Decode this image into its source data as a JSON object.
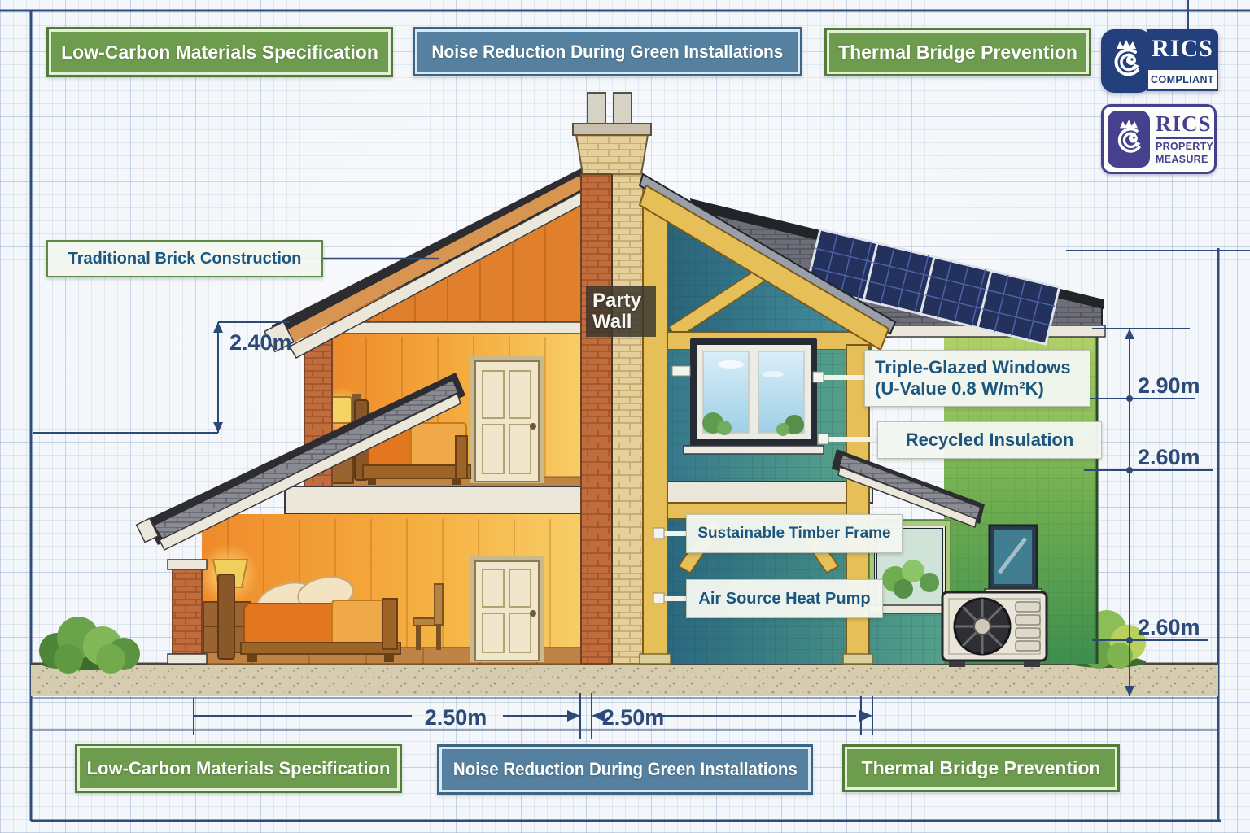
{
  "banners": {
    "top": [
      {
        "label": "Low-Carbon Materials Specification",
        "variant": "green"
      },
      {
        "label": "Noise Reduction During Green Installations",
        "variant": "blue"
      },
      {
        "label": "Thermal Bridge Prevention",
        "variant": "green"
      }
    ],
    "bottom": [
      {
        "label": "Low-Carbon Materials Specification",
        "variant": "green"
      },
      {
        "label": "Noise Reduction During Green Installations",
        "variant": "blue"
      },
      {
        "label": "Thermal Bridge Prevention",
        "variant": "green"
      }
    ]
  },
  "callouts": {
    "traditional_brick": "Traditional Brick Construction",
    "party_wall": {
      "line1": "Party",
      "line2": "Wall"
    },
    "triple_glazed": {
      "line1": "Triple-Glazed Windows",
      "line2": "(U-Value 0.8 W/m²K)"
    },
    "recycled_insulation": "Recycled Insulation",
    "sustainable_timber": "Sustainable Timber Frame",
    "air_source_heat_pump": "Air Source Heat Pump"
  },
  "dimensions": {
    "left_storey_height": "2.40m",
    "right_upper": "2.90m",
    "right_middle": "2.60m",
    "right_lower": "2.60m",
    "bottom_left_span": "2.50m",
    "bottom_right_span": "2.50m"
  },
  "logos": {
    "rics_compliant": {
      "brand": "RICS",
      "tagline": "COMPLIANT"
    },
    "rics_property_measure": {
      "brand": "RICS",
      "line1": "PROPERTY",
      "line2": "MEASURE"
    }
  },
  "colors": {
    "banner_green": "#6e9c4e",
    "banner_blue": "#56809f",
    "callout_text": "#1c567f",
    "dimension_ink": "#2b4a78",
    "rics_navy": "#24407c",
    "rics_purple": "#45418c"
  }
}
